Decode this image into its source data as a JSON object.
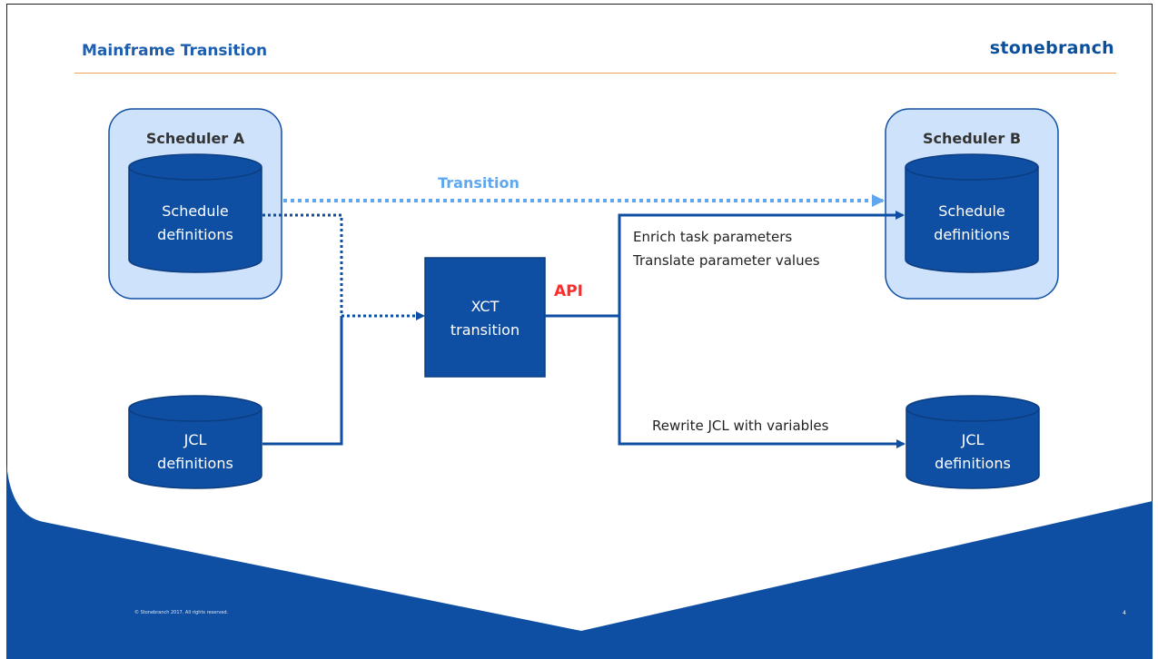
{
  "slide": {
    "title": "Mainframe Transition",
    "logo": "stonebranch",
    "footer": "© Stonebranch 2017. All rights reserved.",
    "page_number": "4"
  },
  "diagram": {
    "scheduler_a": {
      "label": "Scheduler A",
      "db_label_1": "Schedule",
      "db_label_2": "definitions"
    },
    "scheduler_b": {
      "label": "Scheduler B",
      "db_label_1": "Schedule",
      "db_label_2": "definitions"
    },
    "jcl_source": {
      "label_1": "JCL",
      "label_2": "definitions"
    },
    "jcl_target": {
      "label_1": "JCL",
      "label_2": "definitions"
    },
    "xct": {
      "label_1": "XCT",
      "label_2": "transition"
    },
    "transition_label": "Transition",
    "api_label": "API",
    "enrich_label_1": "Enrich task parameters",
    "enrich_label_2": "Translate parameter values",
    "rewrite_label": "Rewrite JCL with variables"
  },
  "colors": {
    "primary": "#0f4fa3",
    "container_fill": "#cfe2fb",
    "light_arrow": "#5fa8f0",
    "api_red": "#ff2a2a",
    "title_blue": "#1f5fb0",
    "rule_orange": "#f2a15a"
  }
}
